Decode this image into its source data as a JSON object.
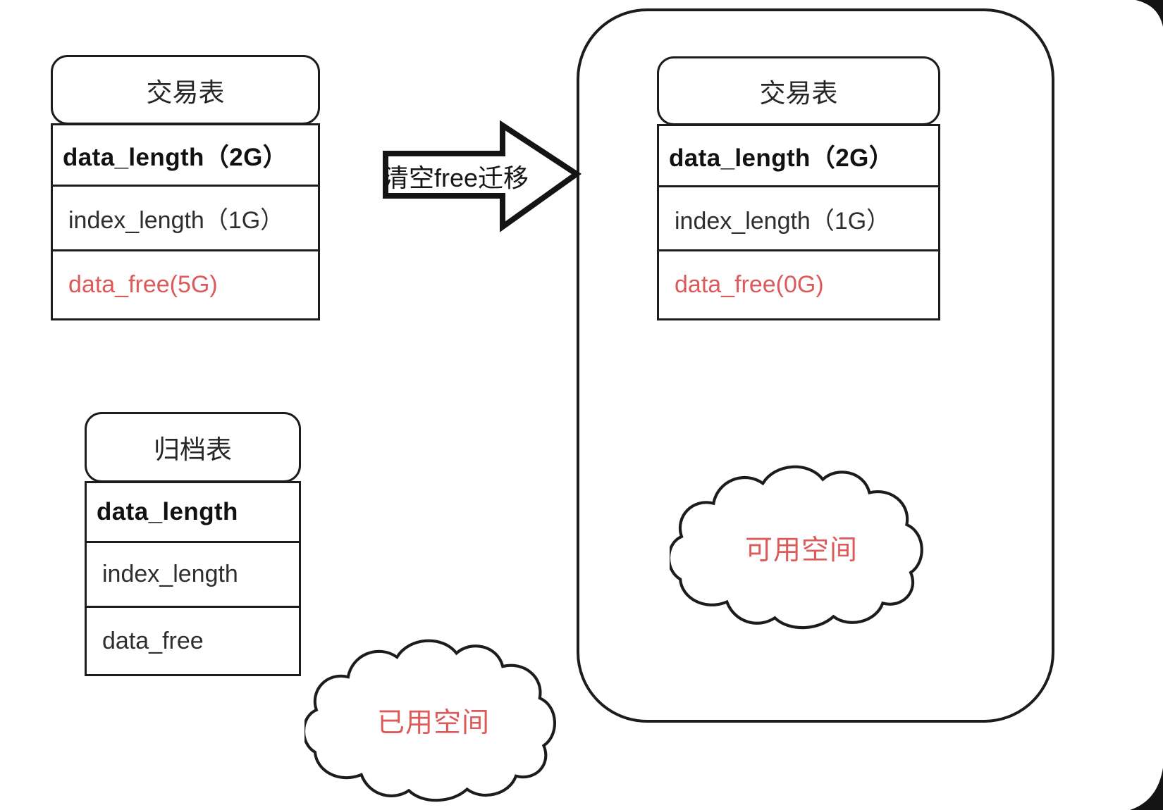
{
  "colors": {
    "accent_red": "#dd5a5a",
    "line": "#1c1c1c"
  },
  "arrow": {
    "label": "清空free迁移"
  },
  "tables": {
    "source": {
      "title": "交易表",
      "rows": [
        {
          "text": "data_length（2G）"
        },
        {
          "text": "index_length（1G）"
        },
        {
          "text": "data_free(5G)"
        }
      ]
    },
    "target": {
      "title": "交易表",
      "rows": [
        {
          "text": "data_length（2G）"
        },
        {
          "text": "index_length（1G）"
        },
        {
          "text": "data_free(0G)"
        }
      ]
    },
    "archive": {
      "title": "归档表",
      "rows": [
        {
          "text": "data_length"
        },
        {
          "text": "index_length"
        },
        {
          "text": "data_free"
        }
      ]
    }
  },
  "clouds": {
    "used_space": "已用空间",
    "free_space": "可用空间"
  }
}
